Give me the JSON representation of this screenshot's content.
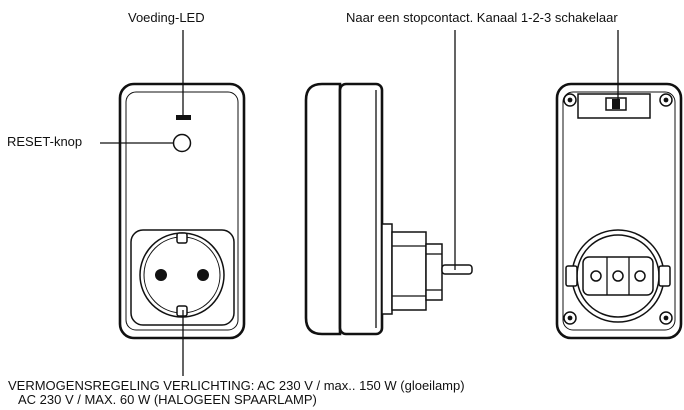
{
  "labels": {
    "power_led": "Voeding-LED",
    "outlet_channel": "Naar een stopcontact. Kanaal 1-2-3 schakelaar",
    "reset_button": "RESET-knop",
    "spec_line_1": "VERMOGENSREGELING VERLICHTING: AC 230 V / max.. 150 W (gloeilamp)",
    "spec_line_2": "AC 230 V / MAX. 60 W (HALOGEEN SPAARLAMP)"
  }
}
